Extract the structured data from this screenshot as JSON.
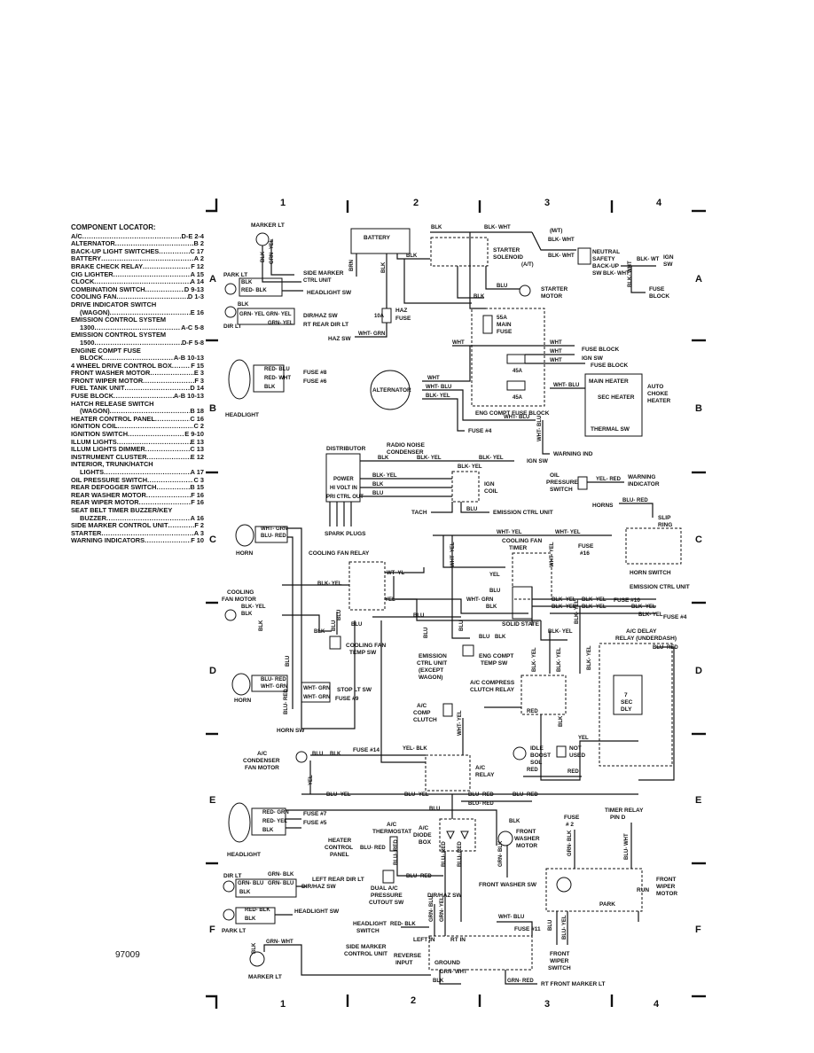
{
  "component_locator": {
    "title": "COMPONENT LOCATOR:",
    "items": [
      {
        "name": "A/C",
        "loc": "D-E 2-4"
      },
      {
        "name": "ALTERNATOR",
        "loc": "B 2"
      },
      {
        "name": "BACK-UP LIGHT SWITCHES",
        "loc": "C 17"
      },
      {
        "name": "BATTERY",
        "loc": "A 2"
      },
      {
        "name": "BRAKE CHECK RELAY",
        "loc": "F 12"
      },
      {
        "name": "CIG LIGHTER",
        "loc": "A 15"
      },
      {
        "name": "CLOCK",
        "loc": "A 14"
      },
      {
        "name": "COMBINATION SWITCH",
        "loc": "D 9-13"
      },
      {
        "name": "COOLING FAN",
        "loc": "D 1-3"
      },
      {
        "name": "DRIVE INDICATOR SWITCH",
        "loc": ""
      },
      {
        "name": "(WAGON)",
        "loc": "E 16",
        "indent": true
      },
      {
        "name": "EMISSION CONTROL SYSTEM",
        "loc": ""
      },
      {
        "name": "1300",
        "loc": "A-C 5-8",
        "indent": true
      },
      {
        "name": "EMISSION CONTROL SYSTEM",
        "loc": ""
      },
      {
        "name": "1500",
        "loc": "D-F 5-8",
        "indent": true
      },
      {
        "name": "ENGINE COMPT FUSE",
        "loc": ""
      },
      {
        "name": "BLOCK",
        "loc": "A-B 10-13",
        "indent": true
      },
      {
        "name": "4 WHEEL DRIVE CONTROL BOX",
        "loc": "F 15"
      },
      {
        "name": "FRONT WASHER MOTOR",
        "loc": "E 3"
      },
      {
        "name": "FRONT WIPER MOTOR",
        "loc": "F 3"
      },
      {
        "name": "FUEL TANK UNIT",
        "loc": "D 14"
      },
      {
        "name": "FUSE BLOCK",
        "loc": "A-B 10-13"
      },
      {
        "name": "HATCH RELEASE SWITCH",
        "loc": ""
      },
      {
        "name": "(WAGON)",
        "loc": "B 18",
        "indent": true
      },
      {
        "name": "HEATER CONTROL PANEL",
        "loc": "C 16"
      },
      {
        "name": "IGNITION COIL",
        "loc": "C 2"
      },
      {
        "name": "IGNITION SWITCH",
        "loc": "E 9-10"
      },
      {
        "name": "ILLUM LIGHTS",
        "loc": "E 13"
      },
      {
        "name": "ILLUM LIGHTS DIMMER",
        "loc": "C 13"
      },
      {
        "name": "INSTRUMENT CLUSTER",
        "loc": "E 12"
      },
      {
        "name": "INTERIOR, TRUNK/HATCH",
        "loc": ""
      },
      {
        "name": "LIGHTS",
        "loc": "A 17",
        "indent": true
      },
      {
        "name": "OIL PRESSURE SWITCH",
        "loc": "C 3"
      },
      {
        "name": "REAR DEFOGGER SWITCH",
        "loc": "B 15"
      },
      {
        "name": "REAR WASHER MOTOR",
        "loc": "F 16"
      },
      {
        "name": "REAR WIPER MOTOR",
        "loc": "F 16"
      },
      {
        "name": "SEAT BELT TIMER BUZZER/KEY",
        "loc": ""
      },
      {
        "name": "BUZZER",
        "loc": "A 16",
        "indent": true
      },
      {
        "name": "SIDE MARKER CONTROL UNIT",
        "loc": "F 2"
      },
      {
        "name": "STARTER",
        "loc": "A 3"
      },
      {
        "name": "WARNING INDICATORS",
        "loc": "F 10"
      }
    ]
  },
  "document_number": "97009",
  "grid": {
    "columns": [
      "1",
      "2",
      "3",
      "4"
    ],
    "rows": [
      "A",
      "B",
      "C",
      "D",
      "E",
      "F"
    ]
  },
  "labels": {
    "marker_lt_top": "MARKER LT",
    "park_lt": "PARK LT",
    "side_marker_ctrl_unit": "SIDE MARKER",
    "side_marker_ctrl_unit2": "CTRL UNIT",
    "headlight_sw": "HEADLIGHT SW",
    "dir_lt": "DIR LT",
    "dir_haz_sw": "DIR/HAZ SW",
    "rt_rear_dir_lt": "RT REAR DIR LT",
    "battery": "BATTERY",
    "haz_fuse": "HAZ",
    "haz_fuse2": "FUSE",
    "fuse_10a": "10A",
    "haz_sw": "HAZ SW",
    "starter_solenoid": "STARTER",
    "starter_solenoid2": "SOLENOID",
    "mt": "(M/T)",
    "at": "(A/T)",
    "neutral_safety": "NEUTRAL",
    "neutral_safety2": "SAFETY",
    "neutral_safety3": "BACK-UP",
    "neutral_safety4": "SW",
    "ign_sw": "IGN",
    "ign_sw2": "SW",
    "fuse_block": "FUSE",
    "fuse_block2": "BLOCK",
    "starter_motor": "STARTER",
    "starter_motor2": "MOTOR",
    "main_fuse_55a": "55A",
    "main_fuse": "MAIN",
    "main_fuse2": "FUSE",
    "fuse_block_r": "FUSE BLOCK",
    "ign_sw_r": "IGN SW",
    "fuse_block_r2": "FUSE BLOCK",
    "fuse_45a_1": "45A",
    "fuse_45a_2": "45A",
    "main_heater": "MAIN HEATER",
    "sec_heater": "SEC HEATER",
    "auto_choke": "AUTO",
    "auto_choke2": "CHOKE",
    "auto_choke3": "HEATER",
    "thermal_sw": "THERMAL SW",
    "alternator": "ALTERNATOR",
    "eng_compt_fuse_block": "ENG COMPT FUSE BLOCK",
    "fuse_4": "FUSE #4",
    "warning_ind": "WARNING IND",
    "headlight_b": "HEADLIGHT",
    "fuse_8": "FUSE #8",
    "fuse_6": "FUSE #6",
    "distributor": "DISTRIBUTOR",
    "radio_noise": "RADIO NOISE",
    "radio_noise2": "CONDENSER",
    "ign_sw_c": "IGN SW",
    "power": "POWER",
    "hi_volt_in": "HI VOLT IN",
    "pri_ctrl_out": "PRI CTRL OUT",
    "ign_coil": "IGN",
    "ign_coil2": "COIL",
    "tach": "TACH",
    "emission_ctrl_unit": "EMISSION CTRL UNIT",
    "spark_plugs": "SPARK PLUGS",
    "oil_pressure": "OIL",
    "oil_pressure2": "PRESSURE",
    "oil_pressure3": "SWITCH",
    "warning_indicator": "WARNING",
    "warning_indicator2": "INDICATOR",
    "horns": "HORNS",
    "slip_ring": "SLIP",
    "slip_ring2": "RING",
    "horn_switch": "HORN SWITCH",
    "horn_c": "HORN",
    "cooling_fan_relay": "COOLING FAN RELAY",
    "cooling_fan_timer": "COOLING FAN",
    "cooling_fan_timer2": "TIMER",
    "fuse_16": "FUSE",
    "fuse_16b": "#16",
    "cooling_fan_motor": "COOLING",
    "cooling_fan_motor2": "FAN MOTOR",
    "emission_ctrl_unit_r": "EMISSION CTRL UNIT",
    "fuse_10": "FUSE #10",
    "fuse_4b": "FUSE #4",
    "solid_state": "SOLID STATE",
    "cooling_fan_temp_sw": "COOLING FAN",
    "cooling_fan_temp_sw2": "TEMP SW",
    "emission_ctrl_unit_mid": "EMISSION",
    "emission_ctrl_unit_mid2": "CTRL UNIT",
    "emission_ctrl_unit_mid3": "(EXCEPT",
    "emission_ctrl_unit_mid4": "WAGON)",
    "eng_compt_temp_sw": "ENG COMPT",
    "eng_compt_temp_sw2": "TEMP SW",
    "ac_delay_relay": "A/C DELAY",
    "ac_delay_relay2": "RELAY (UNDERDASH)",
    "sec_dly": "7",
    "sec_dly2": "SEC",
    "sec_dly3": "DLY",
    "ac_compress_relay": "A/C COMPRESS",
    "ac_compress_relay2": "CLUTCH RELAY",
    "ac_comp_clutch": "A/C",
    "ac_comp_clutch2": "COMP",
    "ac_comp_clutch3": "CLUTCH",
    "horn_d": "HORN",
    "stop_lt_sw": "STOP LT SW",
    "fuse_9": "FUSE #9",
    "horn_sw": "HORN SW",
    "ac_condenser": "A/C",
    "ac_condenser2": "CONDENSER",
    "ac_condenser3": "FAN MOTOR",
    "fuse_14": "FUSE #14",
    "ac_relay": "A/C",
    "ac_relay2": "RELAY",
    "idle_boost": "IDLE",
    "idle_boost2": "BOOST",
    "idle_boost3": "SOL",
    "not_used": "NOT",
    "not_used2": "USED",
    "headlight_e": "HEADLIGHT",
    "fuse_7": "FUSE #7",
    "fuse_5": "FUSE #5",
    "ac_thermostat": "A/C",
    "ac_thermostat2": "THERMOSTAT",
    "ac_diode_box": "A/C",
    "ac_diode_box2": "DIODE",
    "ac_diode_box3": "BOX",
    "heater_control": "HEATER",
    "heater_control2": "CONTROL",
    "heater_control3": "PANEL",
    "front_washer_motor": "FRONT",
    "front_washer_motor2": "WASHER",
    "front_washer_motor3": "MOTOR",
    "front_washer_sw": "FRONT WASHER SW",
    "fuse_2": "FUSE",
    "fuse_2b": "# 2",
    "timer_relay": "TIMER RELAY",
    "timer_relay2": "PIN D",
    "front_wiper_motor": "FRONT",
    "front_wiper_motor2": "WIPER",
    "front_wiper_motor3": "MOTOR",
    "run": "RUN",
    "park": "PARK",
    "dir_lt_f": "DIR LT",
    "left_rear_dir_lt": "LEFT REAR DIR LT",
    "dir_haz_sw_f": "DIR/HAZ SW",
    "dual_ac": "DUAL A/C",
    "dual_ac2": "PRESSURE",
    "dual_ac3": "CUTOUT SW",
    "dir_haz_sw_f2": "DIR/HAZ SW",
    "headlight_sw_f": "HEADLIGHT SW",
    "park_lt_f": "PARK LT",
    "headlight_switch": "HEADLIGHT",
    "headlight_switch2": "SWITCH",
    "fuse_11": "FUSE #11",
    "left_in": "LEFT IN",
    "rt_in": "RT IN",
    "side_marker_cu": "SIDE MARKER",
    "side_marker_cu2": "CONTROL UNIT",
    "reverse_input": "REVERSE",
    "reverse_input2": "INPUT",
    "ground": "GROUND",
    "front_wiper_switch": "FRONT",
    "front_wiper_switch2": "WIPER",
    "front_wiper_switch3": "SWITCH",
    "marker_lt_bottom": "MARKER LT",
    "rt_front_marker_lt": "RT FRONT MARKER LT"
  },
  "wire_colors": {
    "blk": "BLK",
    "red_blk": "RED- BLK",
    "grn_yel": "GRN- YEL",
    "blk_wht": "BLK- WHT",
    "blk_wt": "BLK- WT",
    "brn": "BRN",
    "blu": "BLU",
    "wht": "WHT",
    "wht_blu": "WHT- BLU",
    "blk_yel": "BLK- YEL",
    "wht_grn": "WHT- GRN",
    "red_blu": "RED- BLU",
    "red_wht": "RED- WHT",
    "yel_red": "YEL- RED",
    "blu_red": "BLU- RED",
    "wht_yel": "WHT- YEL",
    "wt_yl": "WT- YL",
    "yel": "YEL",
    "red": "RED",
    "blu_yel": "BLU- YEL",
    "yel_blk": "YEL- BLK",
    "red_grn": "RED- GRN",
    "red_yel": "RED- YEL",
    "grn_blk": "GRN- BLK",
    "grn_blu": "GRN- BLU",
    "grn_wht": "GRN- WHT",
    "blu_blk": "BLU- BLK",
    "blu_wht": "BLU- WHT",
    "blu_yel2": "BLU- YEL",
    "grn_red": "GRN- RED"
  }
}
